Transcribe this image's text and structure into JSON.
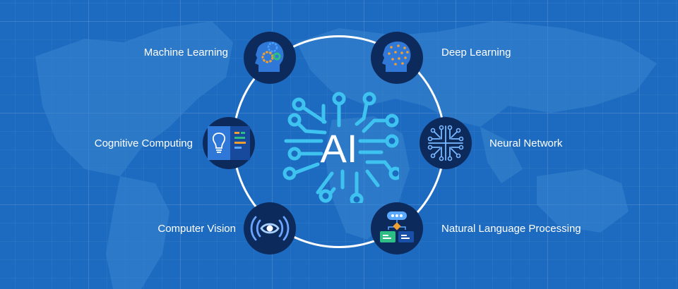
{
  "center": {
    "label": "AI"
  },
  "colors": {
    "background": "#1d6bc0",
    "node": "#0d2a5c",
    "accent_cyan": "#3ec3f0",
    "ring": "#ffffff",
    "orange": "#f0a030",
    "green": "#2ebd85"
  },
  "nodes": [
    {
      "label": "Machine Learning",
      "icon": "head-gears-icon"
    },
    {
      "label": "Deep Learning",
      "icon": "head-network-icon"
    },
    {
      "label": "Cognitive  Computing",
      "icon": "lightbulb-panel-icon"
    },
    {
      "label": "Neural Network",
      "icon": "circuit-icon"
    },
    {
      "label": "Computer Vision",
      "icon": "eye-waves-icon"
    },
    {
      "label": "Natural Language Processing",
      "icon": "chat-flowchart-icon"
    }
  ]
}
